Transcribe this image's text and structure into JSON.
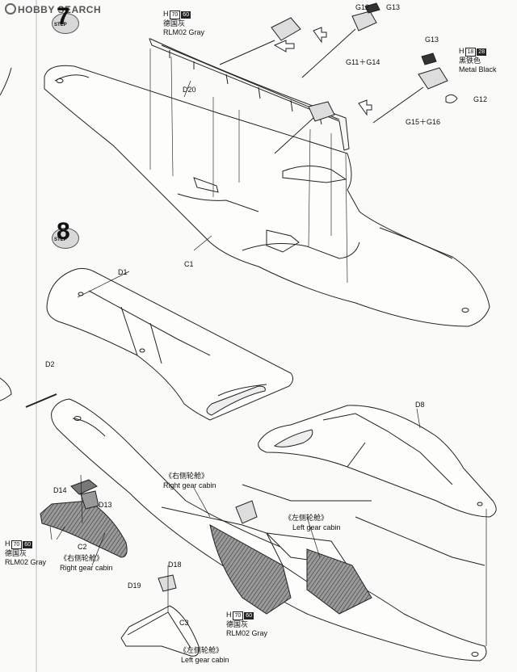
{
  "brand": {
    "logo_text": "HOBBY SEARCH"
  },
  "steps": [
    {
      "number": "7",
      "label": "STEP"
    },
    {
      "number": "8",
      "label": "STEP"
    }
  ],
  "parts": {
    "g12_top": "G12",
    "g13_top": "G13",
    "g11_g14": "G11＋G14",
    "g13_right": "G13",
    "g12_right": "G12",
    "g15_g16": "G15＋G16",
    "d20": "D20",
    "c1": "C1",
    "d1": "D1",
    "d2": "D2",
    "d8": "D8",
    "d14": "D14",
    "d13": "D13",
    "c2": "C2",
    "d18": "D18",
    "d19": "D19",
    "c3": "C3"
  },
  "paint_callouts": [
    {
      "prefix": "H",
      "num1": "70",
      "num2": "60",
      "cn": "德国灰",
      "en": "RLM02 Gray"
    },
    {
      "prefix": "H",
      "num1": "18",
      "num2": "28",
      "cn": "黑铁色",
      "en": "Metal  Black"
    },
    {
      "prefix": "H",
      "num1": "70",
      "num2": "60",
      "cn": "德国灰",
      "en": "RLM02 Gray"
    },
    {
      "prefix": "H",
      "num1": "70",
      "num2": "60",
      "cn": "德国灰",
      "en": "RLM02 Gray"
    }
  ],
  "captions": {
    "right_gear_cn_1": "《右侧轮舱》",
    "right_gear_en_1": "Right gear cabin",
    "left_gear_cn_1": "《左侧轮舱》",
    "left_gear_en_1": "Left gear cabin",
    "right_gear_cn_2": "《右侧轮舱》",
    "right_gear_en_2": "Right gear cabin",
    "left_gear_cn_2": "《左侧轮舱》",
    "left_gear_en_2": "Left gear cabin"
  }
}
